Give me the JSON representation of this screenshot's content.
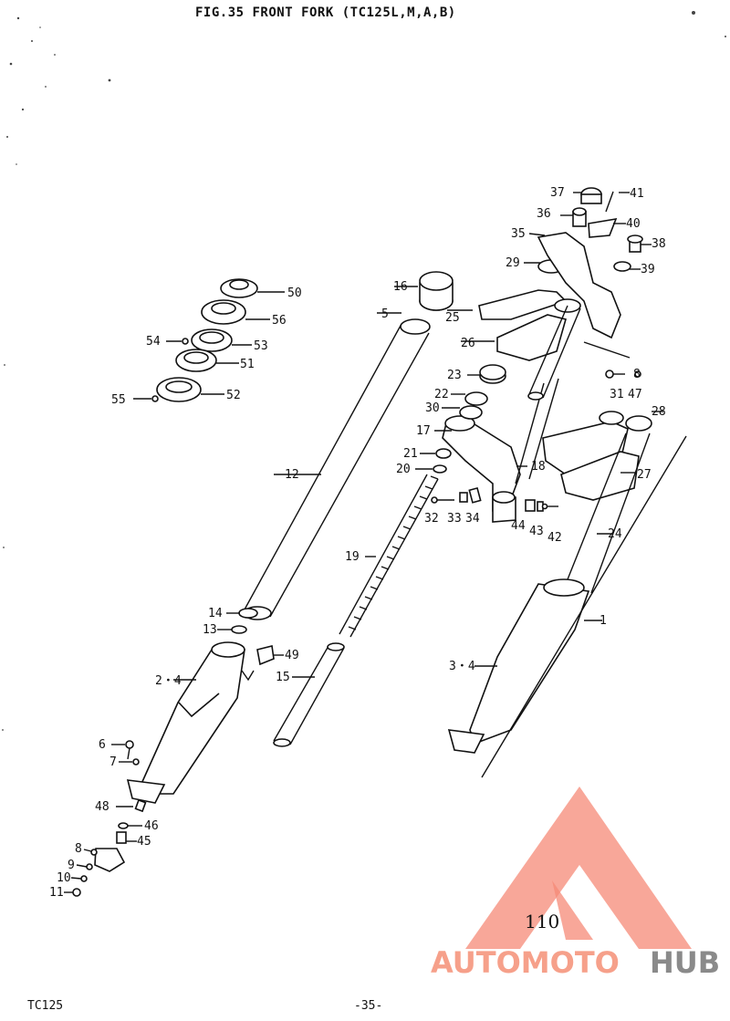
{
  "title": "FIG.35  FRONT FORK (TC125L,M,A,B)",
  "footer": {
    "model": "TC125",
    "page": "-35-"
  },
  "handwritten_number": "110",
  "watermark": {
    "part1": "AUTOMOTO",
    "part2": "HUB",
    "color_light": "#f6a08a",
    "color_dark": "#8a8a8a",
    "triangle_color": "#f58a77"
  },
  "labels": {
    "p1": "1",
    "p2_4": "2・4",
    "p3_4": "3・4",
    "p5": "5",
    "p6": "6",
    "p7": "7",
    "p8": "8",
    "p9": "9",
    "p10": "10",
    "p11": "11",
    "p12": "12",
    "p13": "13",
    "p14": "14",
    "p15": "15",
    "p16": "16",
    "p17": "17",
    "p18": "18",
    "p19": "19",
    "p20": "20",
    "p21": "21",
    "p22": "22",
    "p23": "23",
    "p24": "24",
    "p25": "25",
    "p26": "26",
    "p27": "27",
    "p28": "28",
    "p29": "29",
    "p30": "30",
    "p31": "31",
    "p32": "32",
    "p33": "33",
    "p34": "34",
    "p35": "35",
    "p36": "36",
    "p37": "37",
    "p38": "38",
    "p39": "39",
    "p40": "40",
    "p41": "41",
    "p42": "42",
    "p43": "43",
    "p44": "44",
    "p45": "45",
    "p46": "46",
    "p47": "47",
    "p48": "48",
    "p8b": "8",
    "p49": "49",
    "p50": "50",
    "p51": "51",
    "p52": "52",
    "p53": "53",
    "p54": "54",
    "p55": "55",
    "p56": "56"
  }
}
